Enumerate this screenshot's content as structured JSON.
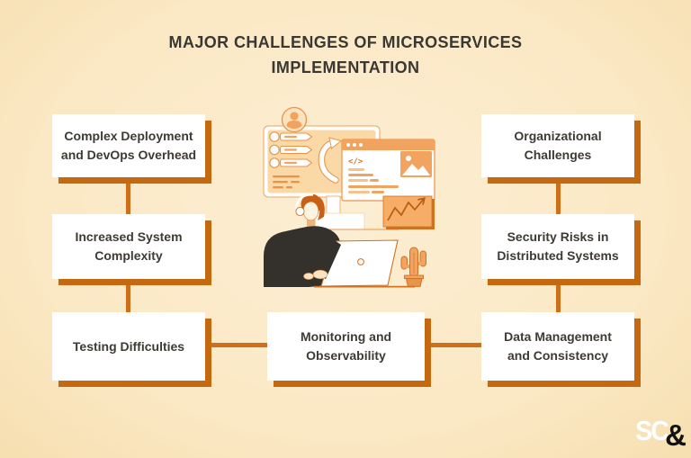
{
  "title": {
    "line1": "MAJOR CHALLENGES OF MICROSERVICES",
    "line2": "IMPLEMENTATION"
  },
  "boxes": [
    {
      "lines": [
        "Complex Deployment",
        "and DevOps Overhead"
      ]
    },
    {
      "lines": [
        "Increased System",
        "Complexity"
      ]
    },
    {
      "lines": [
        "Testing Difficulties"
      ]
    },
    {
      "lines": [
        "Monitoring and",
        "Observability"
      ]
    },
    {
      "lines": [
        "Organizational",
        "Challenges"
      ]
    },
    {
      "lines": [
        "Security Risks in",
        "Distributed Systems"
      ]
    },
    {
      "lines": [
        "Data Management",
        "and Consistency"
      ]
    }
  ],
  "illustration": {
    "code_glyph": "</>"
  },
  "logo": {
    "primary": "SC",
    "secondary": "&"
  },
  "colors": {
    "background": "#FBE8C4",
    "box_fill": "#FFFFFF",
    "box_shadow": "#C4690F",
    "connector": "#CE701A",
    "text": "#3B3732",
    "accent_orange": "#F2A35F",
    "accent_deep": "#D2711F",
    "screen_peach": "#FBD9A6",
    "shirt_dark": "#34312C",
    "hair_orange": "#C75F16"
  }
}
